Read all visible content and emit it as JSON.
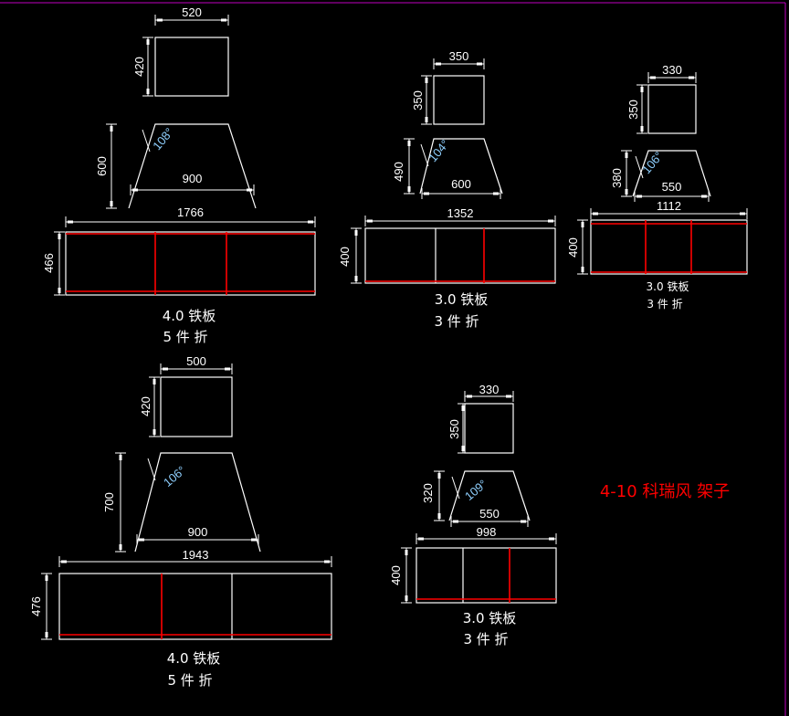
{
  "title": "4-10 科瑞风 架子",
  "parts": [
    {
      "top_w": "520",
      "top_h": "420",
      "trap_h": "600",
      "trap_w": "900",
      "angle": "108°",
      "flat_w": "1766",
      "flat_h": "466",
      "material": "4.0 铁板",
      "count": "5 件 折"
    },
    {
      "top_w": "350",
      "top_h": "350",
      "trap_h": "490",
      "trap_w": "600",
      "angle": "104°",
      "flat_w": "1352",
      "flat_h": "400",
      "material": "3.0 铁板",
      "count": "3 件 折"
    },
    {
      "top_w": "330",
      "top_h": "350",
      "trap_h": "380",
      "trap_w": "550",
      "angle": "106°",
      "flat_w": "1112",
      "flat_h": "400",
      "material": "3.0 铁板",
      "count": "3 件 折"
    },
    {
      "top_w": "500",
      "top_h": "420",
      "trap_h": "700",
      "trap_w": "900",
      "angle": "106°",
      "flat_w": "1943",
      "flat_h": "476",
      "material": "4.0 铁板",
      "count": "5 件 折"
    },
    {
      "top_w": "330",
      "top_h": "350",
      "trap_h": "320",
      "trap_w": "550",
      "angle": "109°",
      "flat_w": "998",
      "flat_h": "400",
      "material": "3.0 铁板",
      "count": "3 件 折"
    }
  ],
  "colors": {
    "line": "#ffffff",
    "fold": "#ff0000",
    "angle_text": "#8fd0ff",
    "frame": "#c000c0"
  }
}
